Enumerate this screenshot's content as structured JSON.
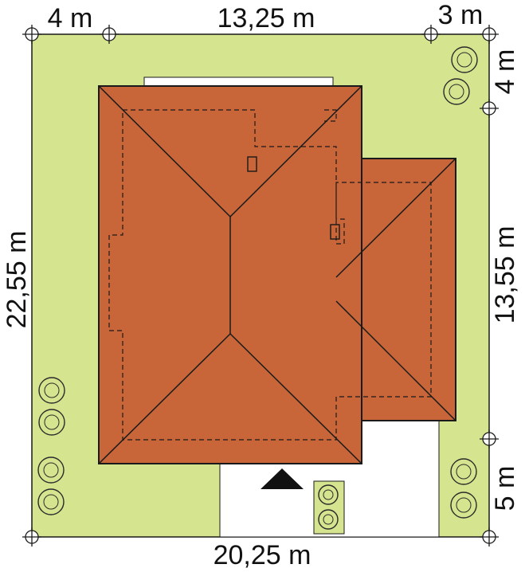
{
  "dimensions": {
    "top_left": "4 m",
    "top_middle": "13,25 m",
    "top_right": "3 m",
    "right_top": "4 m",
    "right_middle": "13,55 m",
    "right_bottom": "5 m",
    "left": "22,55 m",
    "bottom": "20,25 m"
  },
  "colors": {
    "plot": "#d5e48e",
    "roof": "#c8663a",
    "paved": "#ffffff",
    "outline": "#1a1a1a"
  },
  "icons": {
    "entrance": "north-arrow-icon",
    "tree": "tree-icon"
  }
}
